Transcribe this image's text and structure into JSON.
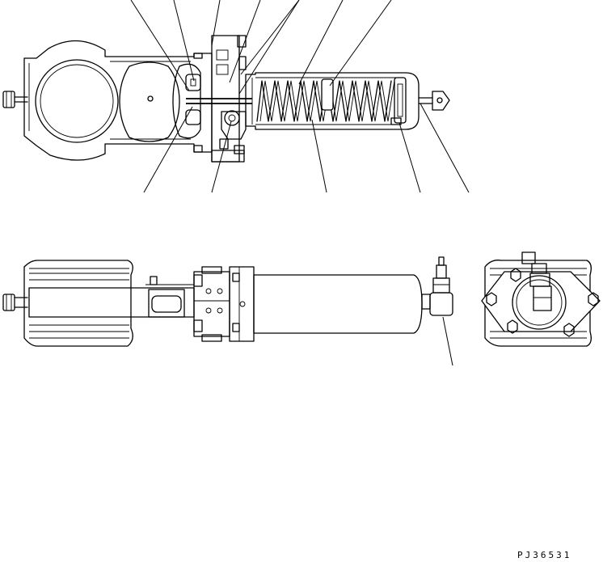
{
  "drawing": {
    "code": "PJ36531",
    "views": [
      "top-view",
      "side-view",
      "end-view"
    ]
  }
}
